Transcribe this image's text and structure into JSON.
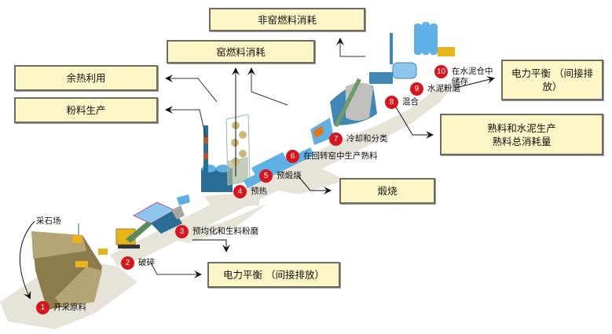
{
  "boxes": {
    "non_kiln_fuel": "非窑燃料消耗",
    "kiln_fuel": "窑燃料消耗",
    "waste_heat": "余热利用",
    "powder_production": "粉料生产",
    "calcination": "煅烧",
    "power_balance_bottom": "电力平衡 （间接排放）",
    "power_balance_top_line1": "电力平衡 （间接排",
    "power_balance_top_line2": "放）",
    "clinker_line1": "熟料和水泥生产",
    "clinker_line2": "熟料总消耗量"
  },
  "quarry_label": "采石场",
  "steps": [
    {
      "num": "1",
      "label": "开采原料"
    },
    {
      "num": "2",
      "label": "破碎"
    },
    {
      "num": "3",
      "label": "预均化和生料粉磨"
    },
    {
      "num": "4",
      "label": "预热"
    },
    {
      "num": "5",
      "label": "预煅烧"
    },
    {
      "num": "6",
      "label": "在回转窑中生产熟料"
    },
    {
      "num": "7",
      "label": "冷却和分类"
    },
    {
      "num": "8",
      "label": "混合"
    },
    {
      "num": "9",
      "label": "水泥粉磨"
    },
    {
      "num": "10",
      "label_line1": "在水泥仓中",
      "label_line2": "储存"
    }
  ],
  "colors": {
    "box_fill": "#fdf7c8",
    "box_border": "#6e6c62",
    "badge": "#d8141c",
    "ground": "#e6e3d8",
    "equipment_blue": "#5fb0e4",
    "equipment_dark": "#2a6d96",
    "quarry_rock": "#a8966a",
    "machinery_yellow": "#e8b41a"
  }
}
